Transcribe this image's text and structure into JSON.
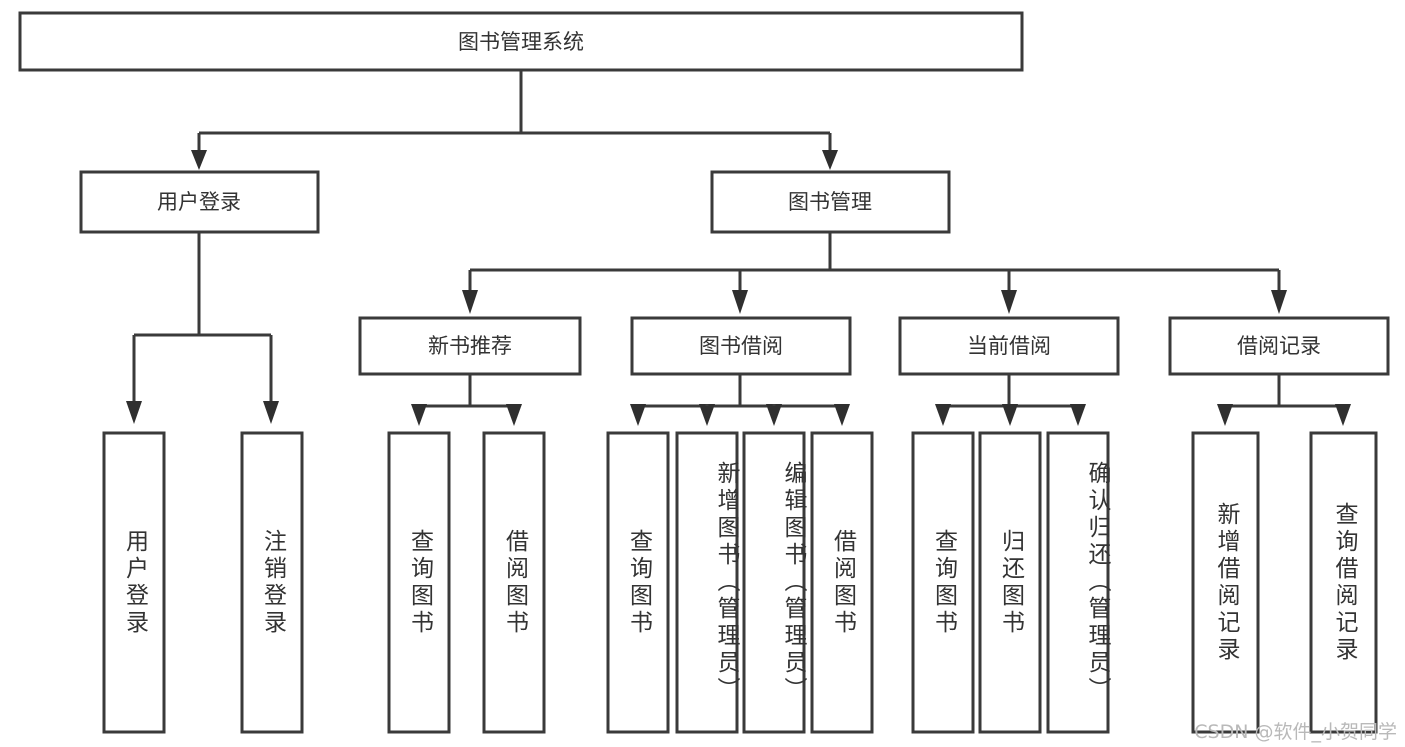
{
  "diagram": {
    "type": "tree-hierarchy",
    "title": "图书管理系统",
    "orientation": "top-down",
    "colors": {
      "box_stroke": "#3a3a3a",
      "box_fill": "#ffffff",
      "connector": "#3a3a3a",
      "text": "#333333",
      "watermark": "#b9b9b9",
      "canvas": "#ffffff"
    },
    "root": {
      "id": "root",
      "label": "图书管理系统"
    },
    "level2": [
      {
        "id": "user-login",
        "label": "用户登录"
      },
      {
        "id": "book-manage",
        "label": "图书管理"
      }
    ],
    "level3": [
      {
        "id": "new-book-recommend",
        "label": "新书推荐",
        "parent": "book-manage"
      },
      {
        "id": "book-borrow",
        "label": "图书借阅",
        "parent": "book-manage"
      },
      {
        "id": "current-borrow",
        "label": "当前借阅",
        "parent": "book-manage"
      },
      {
        "id": "borrow-record",
        "label": "借阅记录",
        "parent": "book-manage"
      }
    ],
    "leaves": [
      {
        "id": "leaf-user-login",
        "label": "用户登录",
        "parent": "user-login"
      },
      {
        "id": "leaf-logout-login",
        "label": "注销登录",
        "parent": "user-login"
      },
      {
        "id": "leaf-query-book-1",
        "label": "查询图书",
        "parent": "new-book-recommend"
      },
      {
        "id": "leaf-borrow-book-1",
        "label": "借阅图书",
        "parent": "new-book-recommend"
      },
      {
        "id": "leaf-query-book-2",
        "label": "查询图书",
        "parent": "book-borrow"
      },
      {
        "id": "leaf-add-book",
        "label": "新增图书（管理员）",
        "parent": "book-borrow"
      },
      {
        "id": "leaf-edit-book",
        "label": "编辑图书（管理员）",
        "parent": "book-borrow"
      },
      {
        "id": "leaf-borrow-book-2",
        "label": "借阅图书",
        "parent": "book-borrow"
      },
      {
        "id": "leaf-query-book-3",
        "label": "查询图书",
        "parent": "current-borrow"
      },
      {
        "id": "leaf-return-book",
        "label": "归还图书",
        "parent": "current-borrow"
      },
      {
        "id": "leaf-confirm-return",
        "label": "确认归还（管理员）",
        "parent": "current-borrow"
      },
      {
        "id": "leaf-add-record",
        "label": "新增借阅记录",
        "parent": "borrow-record"
      },
      {
        "id": "leaf-query-record",
        "label": "查询借阅记录",
        "parent": "borrow-record"
      }
    ]
  },
  "watermark": {
    "text": "CSDN @软件_小贺同学"
  }
}
